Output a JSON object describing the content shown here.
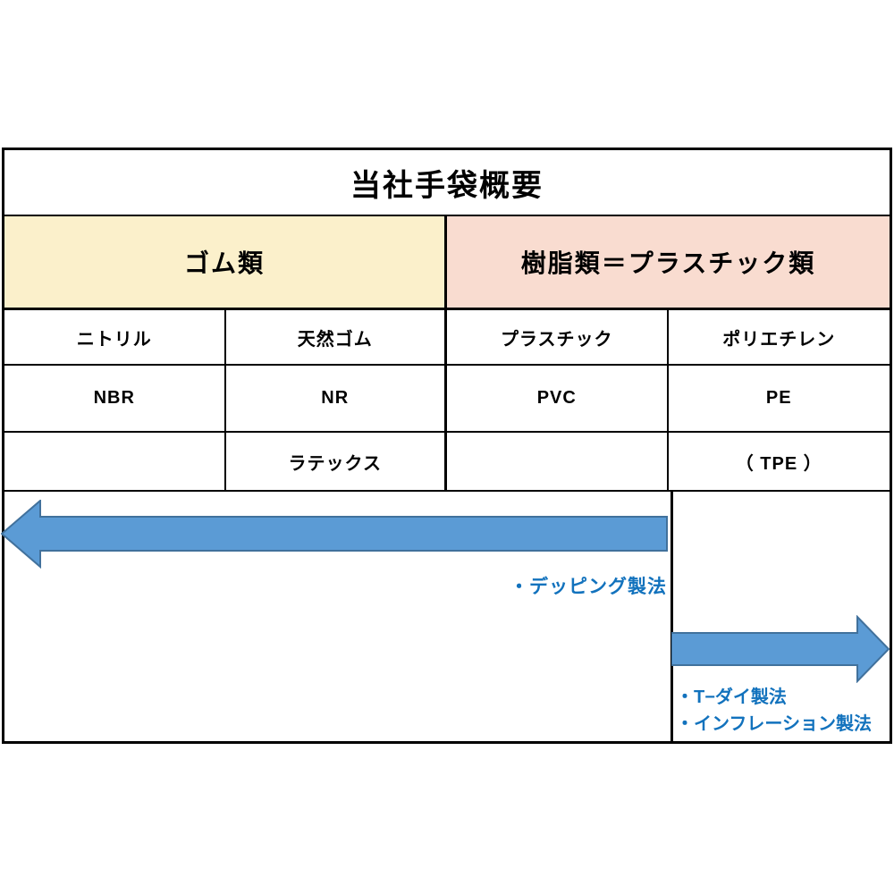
{
  "title": "当社手袋概要",
  "groups": [
    {
      "label": "ゴム類",
      "bg_color": "#FBF0CB"
    },
    {
      "label": "樹脂類＝プラスチック類",
      "bg_color": "#F9DCD0"
    }
  ],
  "columns": [
    {
      "material": "ニトリル",
      "code": "NBR",
      "sub": ""
    },
    {
      "material": "天然ゴム",
      "code": "NR",
      "sub": "ラテックス"
    },
    {
      "material": "プラスチック",
      "code": "PVC",
      "sub": ""
    },
    {
      "material": "ポリエチレン",
      "code": "PE",
      "sub": "（ TPE ）"
    }
  ],
  "processes": {
    "dipping": "・デッピング製法",
    "t_die": "・T−ダイ製法",
    "inflation": "・インフレーション製法"
  },
  "colors": {
    "arrow_fill": "#5B9BD5",
    "arrow_stroke": "#41719C",
    "process_text": "#1272BD",
    "border": "#000000"
  }
}
